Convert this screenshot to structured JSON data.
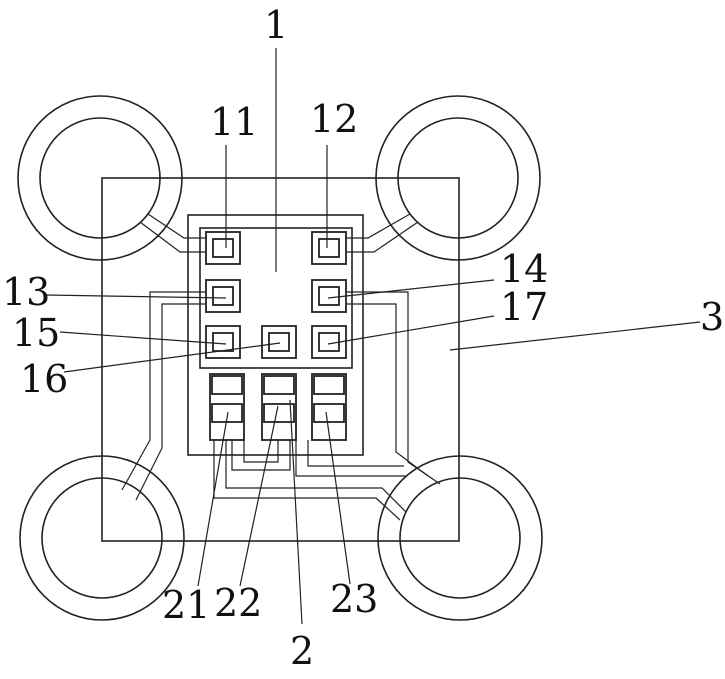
{
  "labels": {
    "l1": "1",
    "l11": "11",
    "l12": "12",
    "l13": "13",
    "l14": "14",
    "l15": "15",
    "l16": "16",
    "l17": "17",
    "l3": "3",
    "l21": "21",
    "l22": "22",
    "l23": "23",
    "l2": "2"
  }
}
